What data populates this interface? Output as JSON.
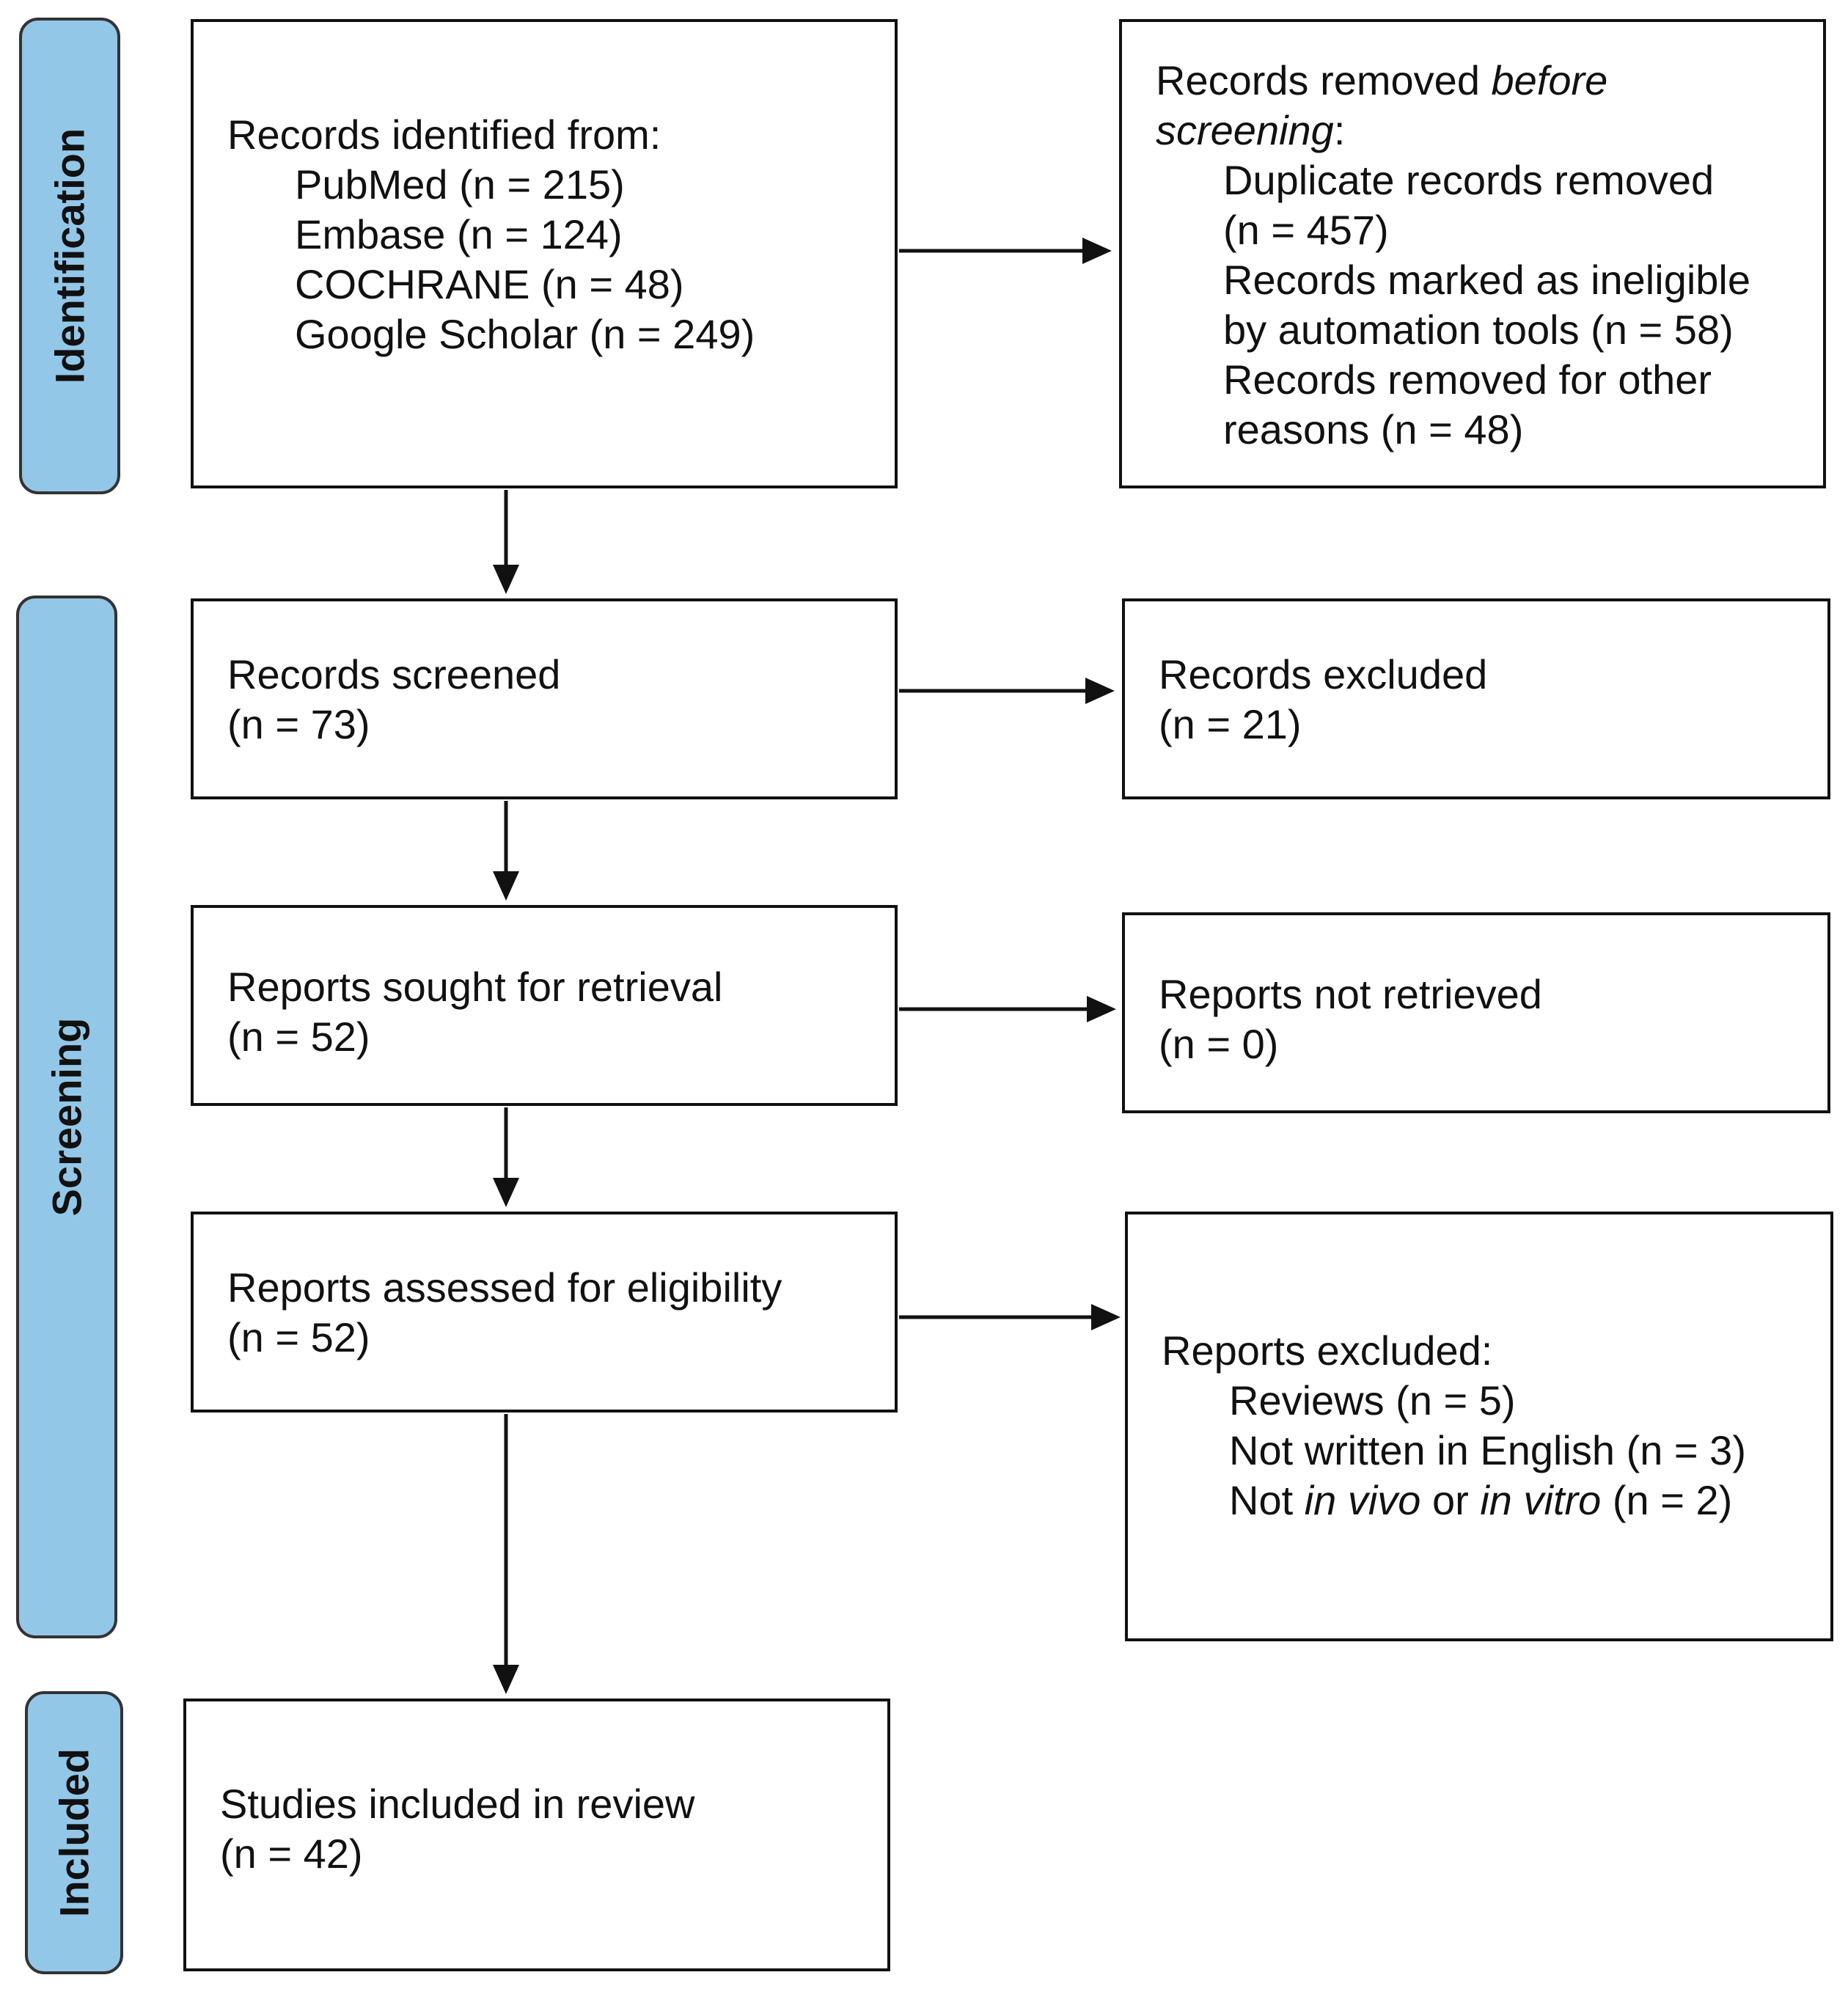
{
  "phases": {
    "identification": "Identification",
    "screening": "Screening",
    "included": "Included"
  },
  "identified": {
    "heading": "Records identified from:",
    "sources": [
      "PubMed (n = 215)",
      "Embase (n = 124)",
      "COCHRANE (n = 48)",
      "Google Scholar (n = 249)"
    ]
  },
  "removed_before": {
    "heading_prefix": "Records removed ",
    "heading_em1": "before",
    "heading_em2": "screening",
    "heading_suffix": ":",
    "item1_a": "Duplicate records removed",
    "item1_b": "(n = 457)",
    "item2_a": "Records marked as ineligible",
    "item2_b": "by automation tools (n = 58)",
    "item3_a": "Records removed for other",
    "item3_b": "reasons (n = 48)"
  },
  "screened": {
    "label": "Records screened",
    "count": "(n = 73)"
  },
  "excluded": {
    "label": "Records excluded",
    "count": "(n = 21)"
  },
  "sought": {
    "label": "Reports sought for retrieval",
    "count": "(n = 52)"
  },
  "not_retrieved": {
    "label": "Reports not retrieved",
    "count": "(n = 0)"
  },
  "assessed": {
    "label": "Reports assessed for eligibility",
    "count": "(n = 52)"
  },
  "reports_excluded": {
    "heading": "Reports excluded:",
    "item1": "Reviews (n = 5)",
    "item2": "Not written in English (n = 3)",
    "item3_a": "Not ",
    "item3_em1": "in vivo",
    "item3_b": " or ",
    "item3_em2": "in vitro",
    "item3_c": " (n = 2)"
  },
  "included": {
    "label": "Studies included in review",
    "count": "(n = 42)"
  }
}
